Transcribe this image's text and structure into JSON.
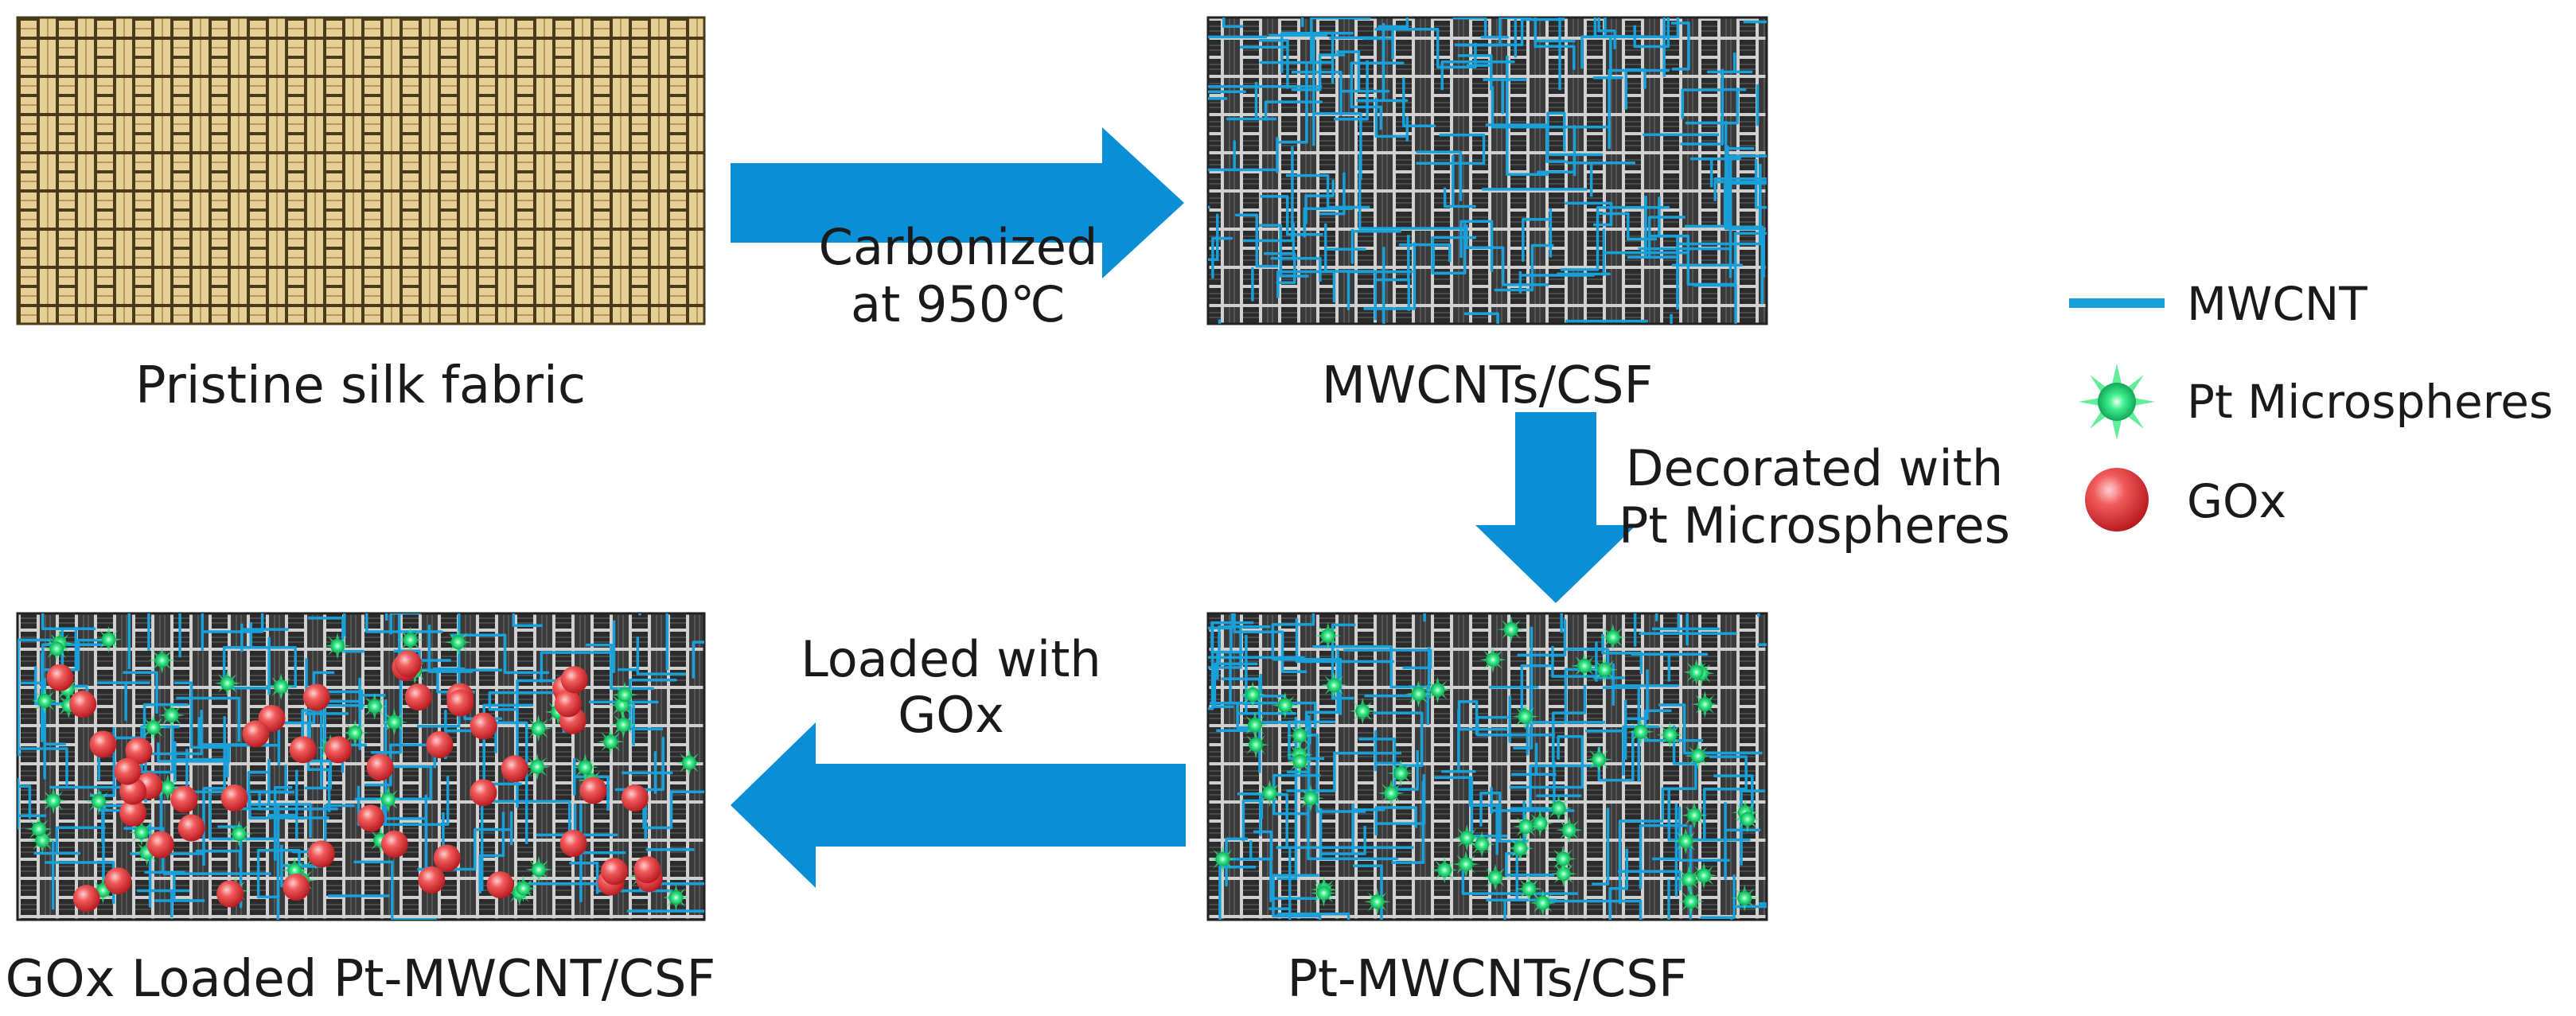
{
  "panels": {
    "pristine": {
      "label": "Pristine silk fabric"
    },
    "mwcnts": {
      "label": "MWCNTs/CSF"
    },
    "pt": {
      "label": "Pt-MWCNTs/CSF"
    },
    "gox": {
      "label": "GOx Loaded Pt-MWCNT/CSF"
    }
  },
  "steps": {
    "carbonize": {
      "line1": "Carbonized",
      "line2": "at 950℃"
    },
    "decorate": {
      "line1": "Decorated with",
      "line2": "Pt Microspheres"
    },
    "load": {
      "line1": "Loaded with",
      "line2": "GOx"
    }
  },
  "legend": {
    "mwcnt": "MWCNT",
    "pt": "Pt Microspheres",
    "gox": "GOx"
  },
  "colors": {
    "arrow": "#0a8fd6",
    "silk": "#e6cf95",
    "silk_edge": "#5a4a22",
    "carbon": "#2e2e2e",
    "carbon_gap": "#bdbdbd",
    "mwcnt": "#1aa0d8",
    "pt": "#2ee87a",
    "gox": "#e8252d"
  }
}
